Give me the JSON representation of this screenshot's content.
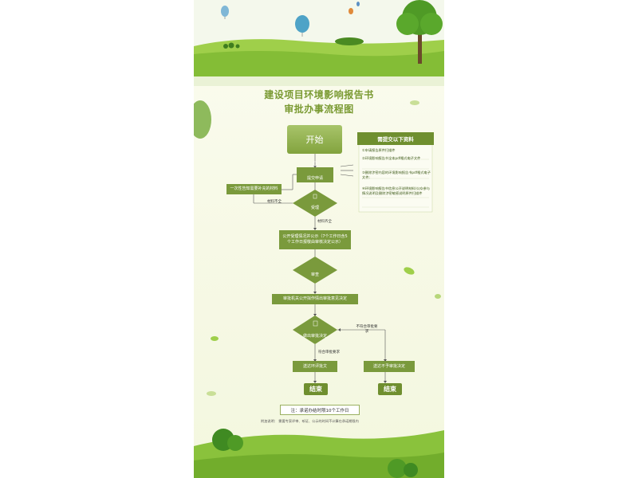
{
  "title": {
    "line1": "建设项目环境影响报告书",
    "line2": "审批办事流程图"
  },
  "start": {
    "label": "开始"
  },
  "materials": {
    "heading": "需提交以下资料",
    "items": [
      "①申请报告原件扫描件",
      "②环境影响报告书全本pdf格式电子文件",
      "③删除涉密内容的环境影响报告书pdf格式电子文件;",
      "④环境影响报告书信息公开说明材料(公众参与情况说明及删除涉密敏感说明原件扫描件"
    ]
  },
  "flow": {
    "submit": "提交申请",
    "supplement": "一次性告知需要补充的材料",
    "accept": "受理",
    "incomplete": "材料不全",
    "complete": "材料齐全",
    "publicize": "公开受理情况并公示（7个工作日含5个工作日报敬由审核决定公示）",
    "review": "审查",
    "issue": "审批机关公开拟作情出审批意见决定",
    "decide": "做出审批决定",
    "not_meet": "不符合审批要求",
    "meet": "符合审批要求",
    "approve": "送达环评批文",
    "reject": "送达不予审批决定",
    "end_left": "结束",
    "end_right": "结束"
  },
  "note": "注：承诺办结时限10个工作日",
  "footnote": "附加说明：  需要专家评审、听证、公示的时间不计算在承诺期限内"
}
